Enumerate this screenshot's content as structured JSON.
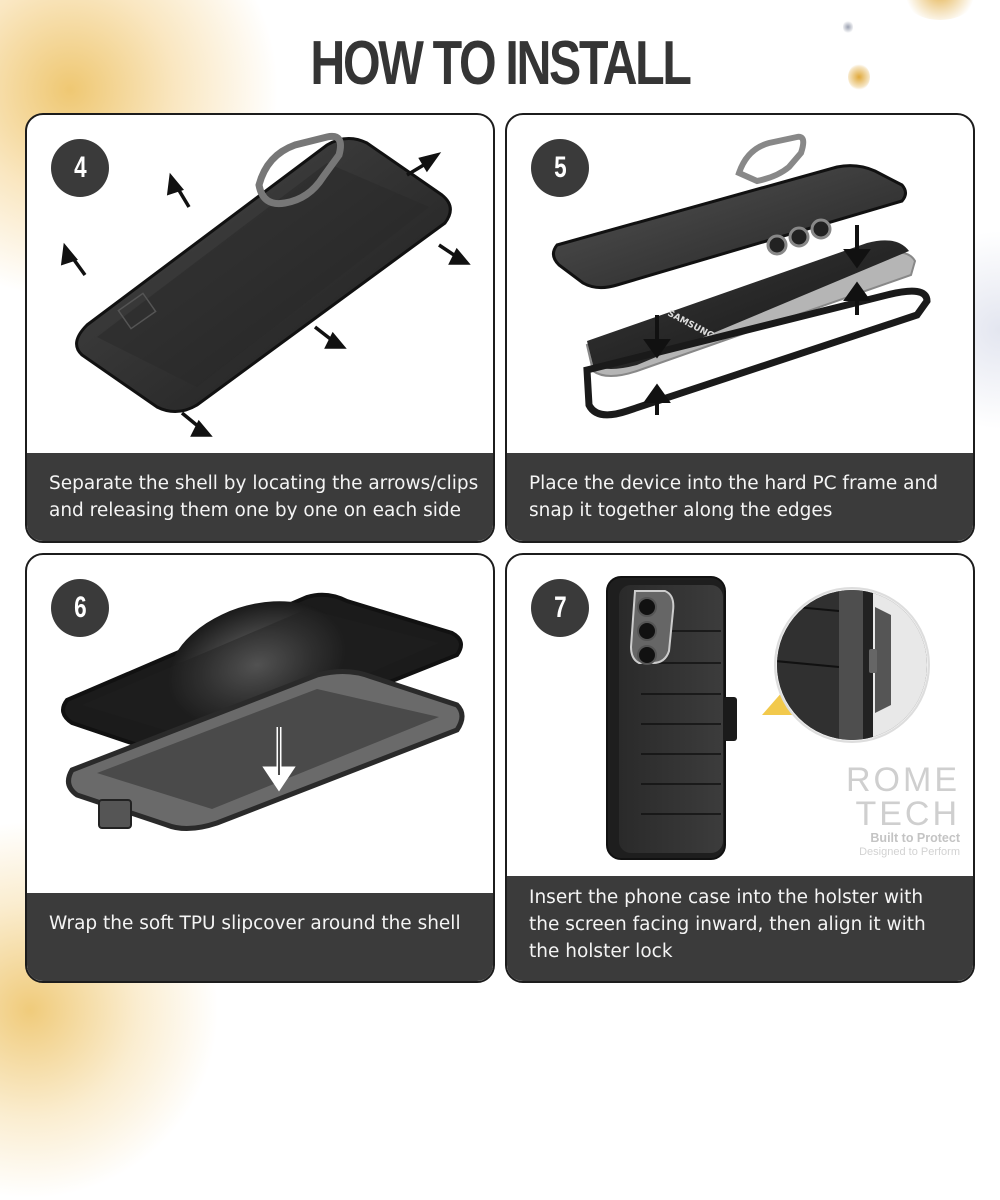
{
  "header": {
    "title": "HOW TO INSTALL"
  },
  "steps": [
    {
      "number": "4",
      "caption_lines": [
        "Separate the shell by locating  the arrows/clips",
        "and releasing them  one by one on each side"
      ],
      "image": "phone-shell-separation-with-arrows"
    },
    {
      "number": "5",
      "caption_lines": [
        "Place the device into the hard PC frame and",
        "snap it together along  the edges"
      ],
      "image": "phone-into-frame-with-arrows",
      "phone_brand_text": "SAMSUNG"
    },
    {
      "number": "6",
      "caption_lines": [
        "Wrap the soft TPU slipcover around the shell"
      ],
      "image": "frame-into-slipcover-with-arrow"
    },
    {
      "number": "7",
      "caption_lines": [
        "Insert the phone case into the holster with",
        "the screen facing inward, then align it with",
        "the holster lock"
      ],
      "image": "case-in-holster-with-closeup"
    }
  ],
  "brand": {
    "line1": "ROME",
    "line2": "TECH",
    "tagline": "Built to Protect",
    "subtagline": "Designed to Perform"
  },
  "colors": {
    "title": "#353535",
    "caption_bg": "#3b3b3b",
    "badge_bg": "#3a3a3a",
    "accent_yellow": "#f2c94c",
    "background_glow": "#ecbe5a"
  }
}
